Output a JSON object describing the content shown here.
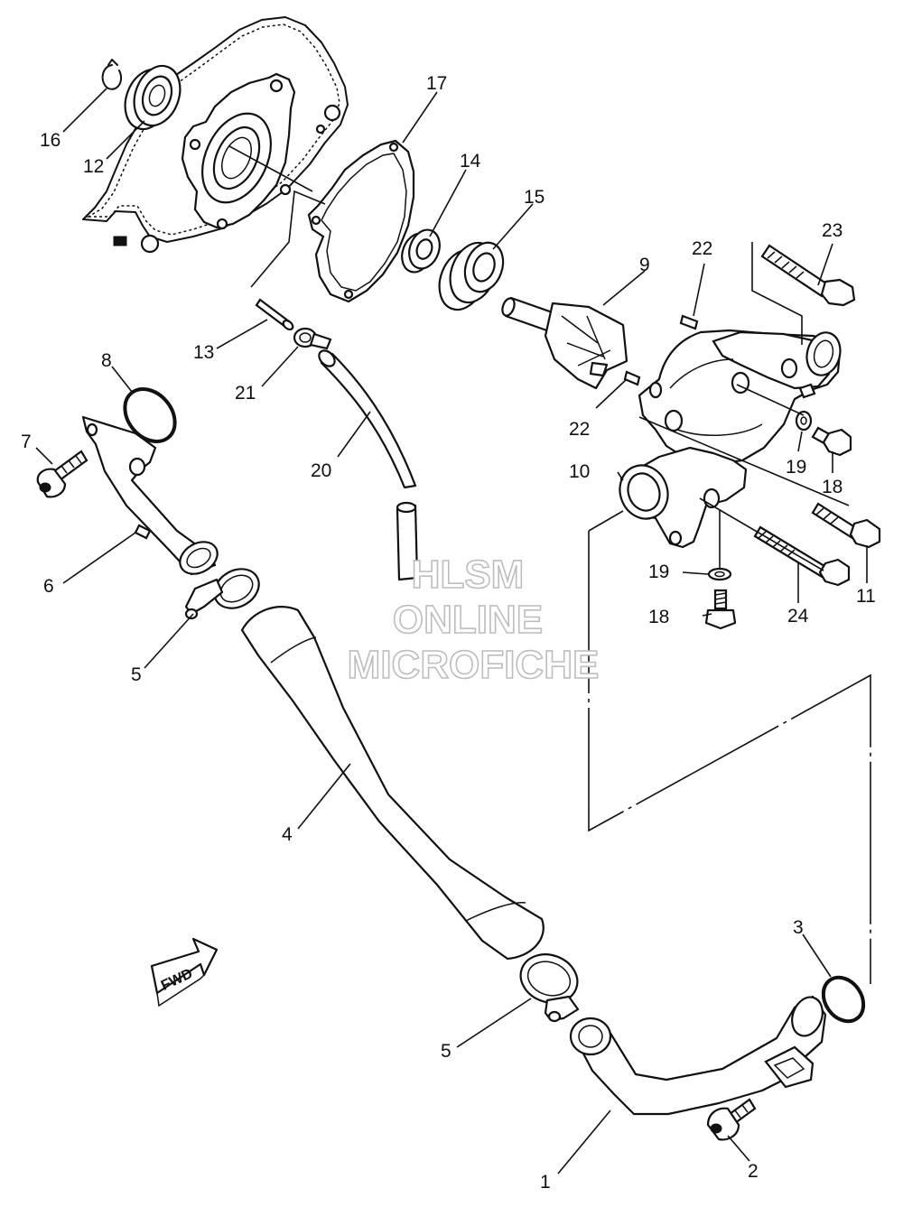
{
  "labels": [
    "1",
    "2",
    "3",
    "4",
    "5",
    "5",
    "6",
    "7",
    "8",
    "9",
    "10",
    "11",
    "12",
    "13",
    "14",
    "15",
    "16",
    "17",
    "18",
    "18",
    "19",
    "19",
    "20",
    "21",
    "22",
    "22",
    "23",
    "24"
  ],
  "watermark": [
    "HLSM",
    "ONLINE",
    "MICROFICHE"
  ],
  "fwd_text": "FWD",
  "colors": {
    "line": "#111111",
    "background": "#ffffff",
    "watermark_outline": "#bdbdbd"
  }
}
